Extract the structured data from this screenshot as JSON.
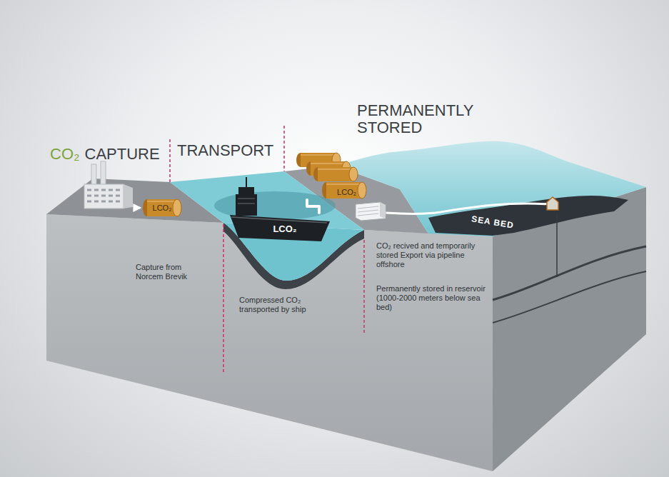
{
  "diagram": {
    "nodes": [
      {
        "text": [
          "LCO₂"
        ]
      },
      {
        "text": [
          "LCO₂"
        ]
      },
      {
        "text": [
          "LCO₂"
        ]
      }
    ],
    "edges": [
      {
        "from": 1,
        "to": 2,
        "arrow": "none"
      }
    ],
    "labels": [
      "CO₂",
      "CAPTURE",
      "TRANSPORT",
      "PERMANENTLY STORED",
      "SEA BED",
      "Capture from Norcem Brevik",
      "Compressed CO₂ transported by ship",
      "CO₂ recived and temporarily stored Export via pipeline offshore",
      "Permanently stored in reservoir (1000-2000 meters below sea bed)"
    ]
  }
}
